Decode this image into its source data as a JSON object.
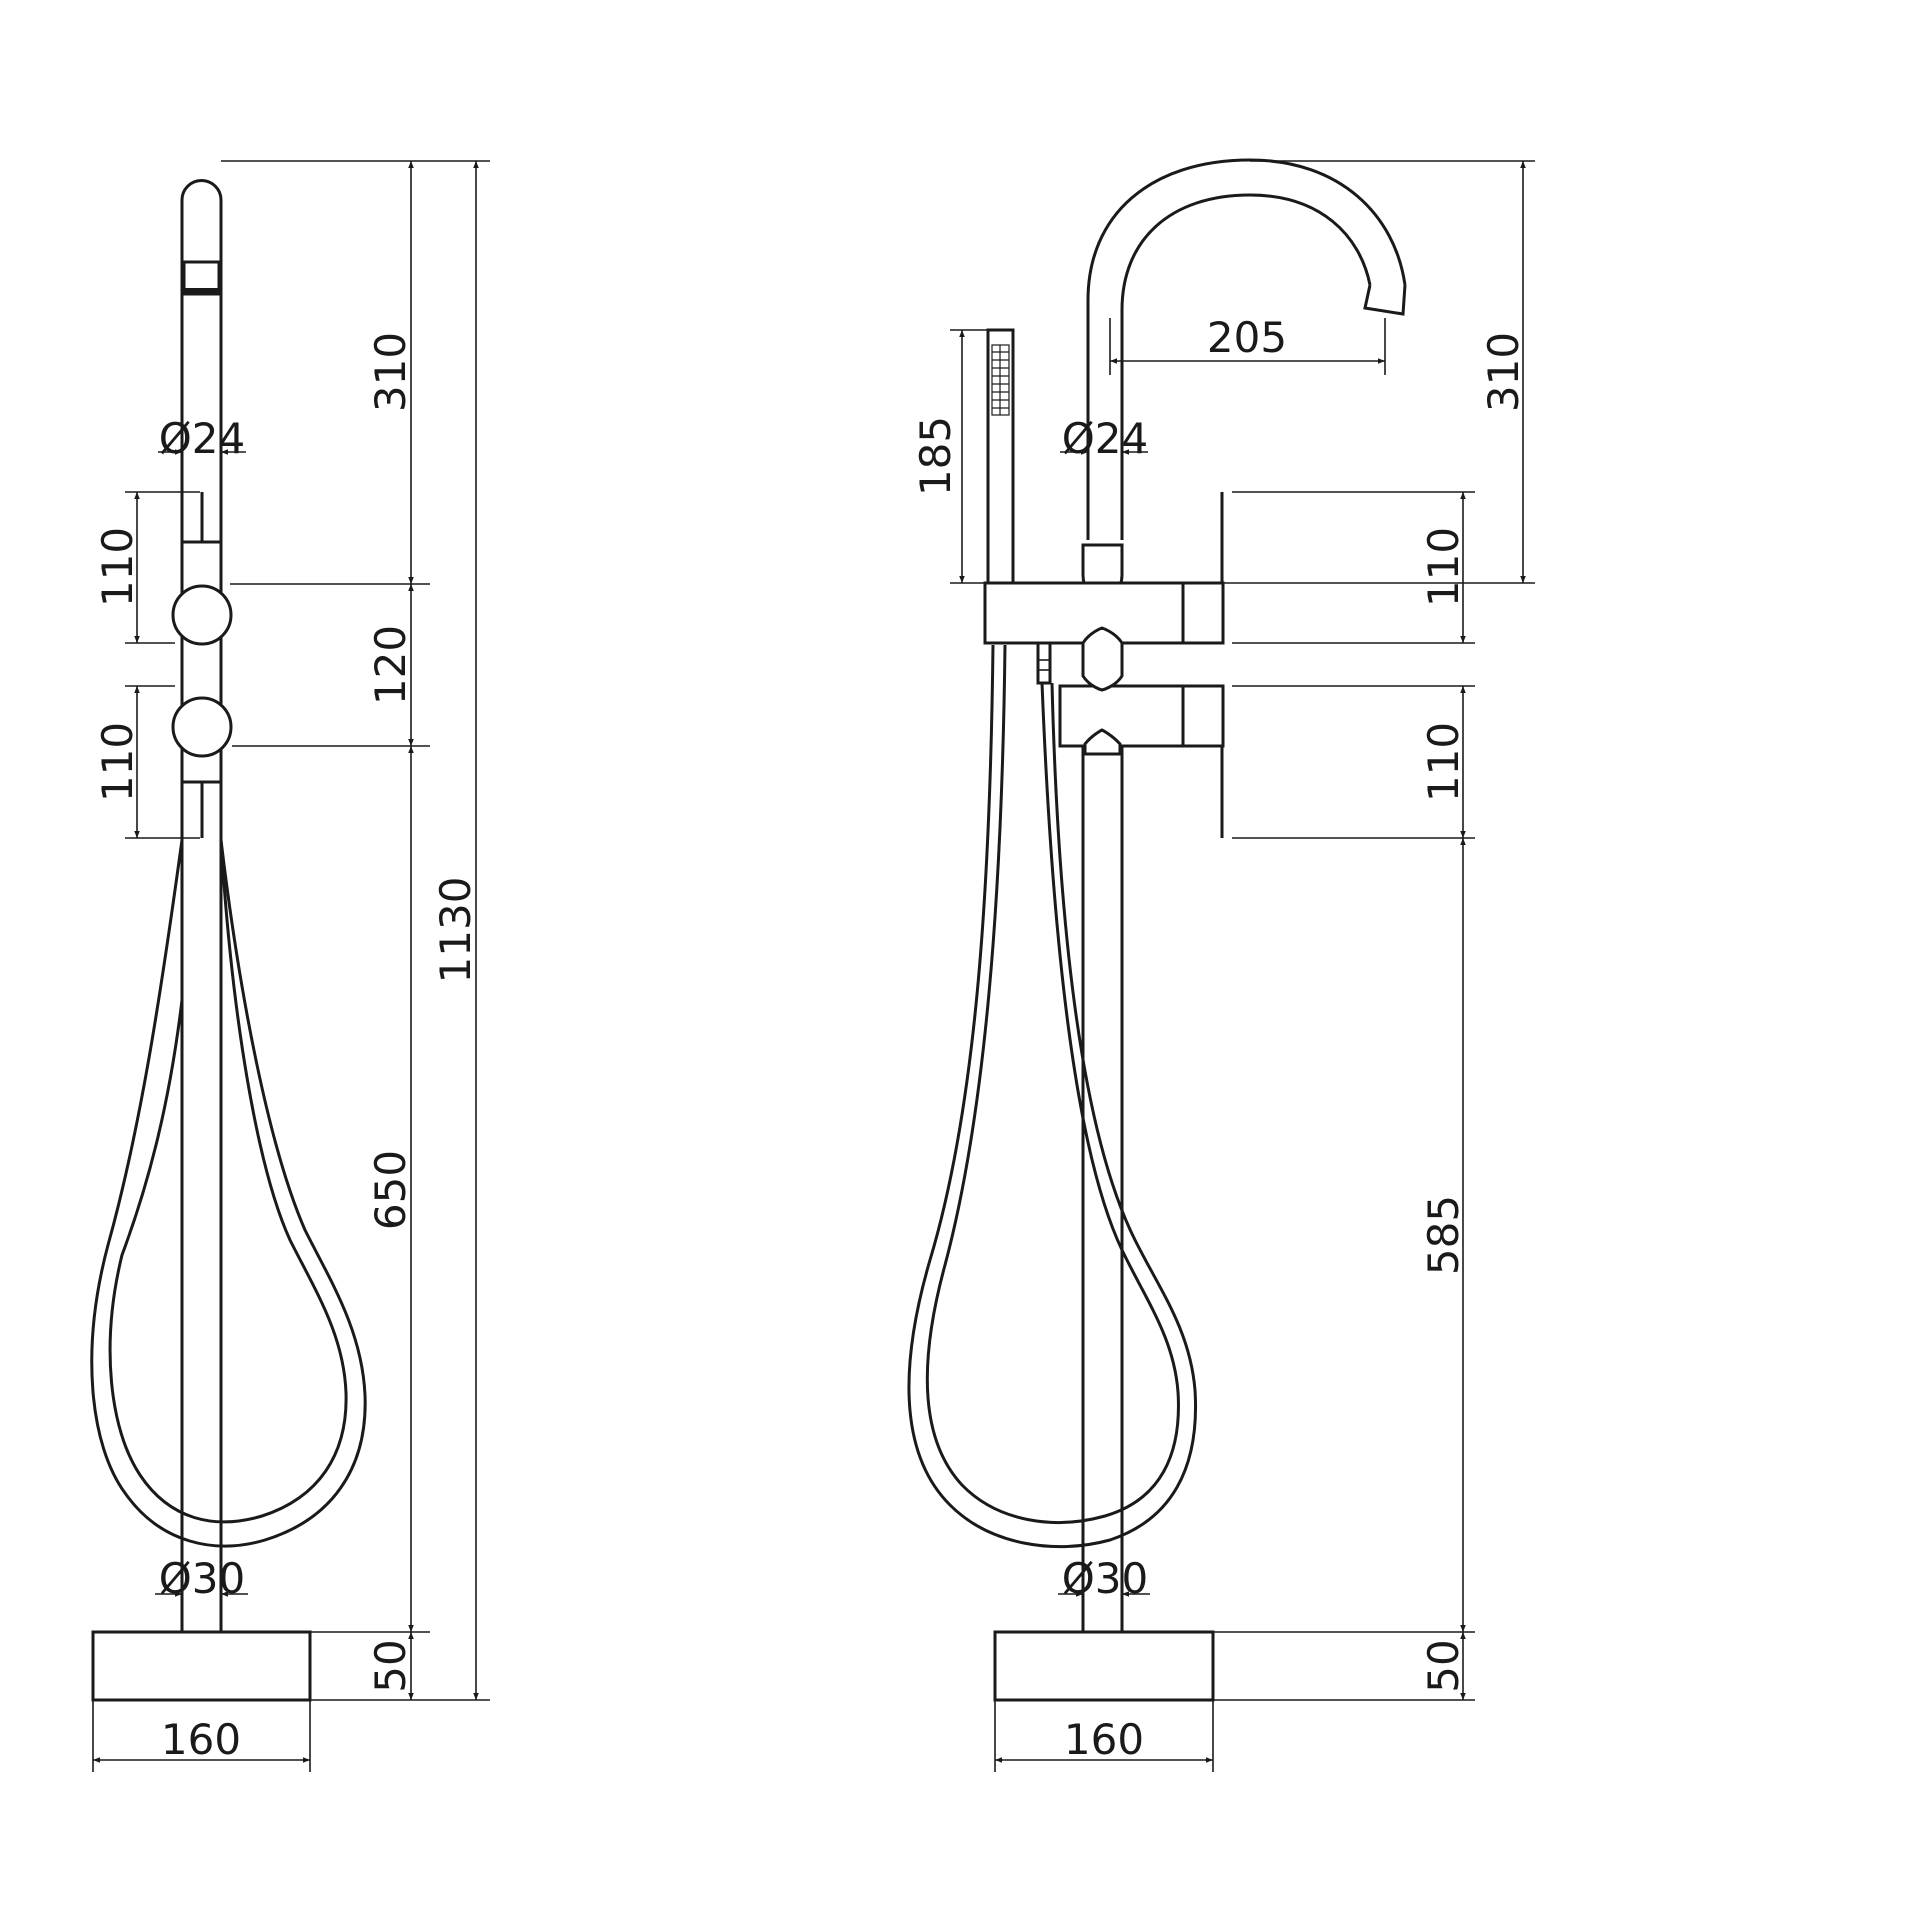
{
  "side_view": {
    "total_height": "1130",
    "spout_height": "310",
    "diameter_top": "Ø24",
    "handle_upper": "110",
    "handle_gap": "120",
    "handle_lower": "110",
    "column_height": "650",
    "diameter_bottom": "Ø30",
    "base_height": "50",
    "base_width": "160"
  },
  "front_view": {
    "spout_reach": "205",
    "spout_height": "310",
    "handshower_length": "185",
    "diameter_top": "Ø24",
    "handle_upper": "110",
    "handle_lower": "110",
    "column_height": "585",
    "diameter_bottom": "Ø30",
    "base_height": "50",
    "base_width": "160"
  },
  "colors": {
    "line": "#1a1a1a",
    "background": "#ffffff"
  }
}
